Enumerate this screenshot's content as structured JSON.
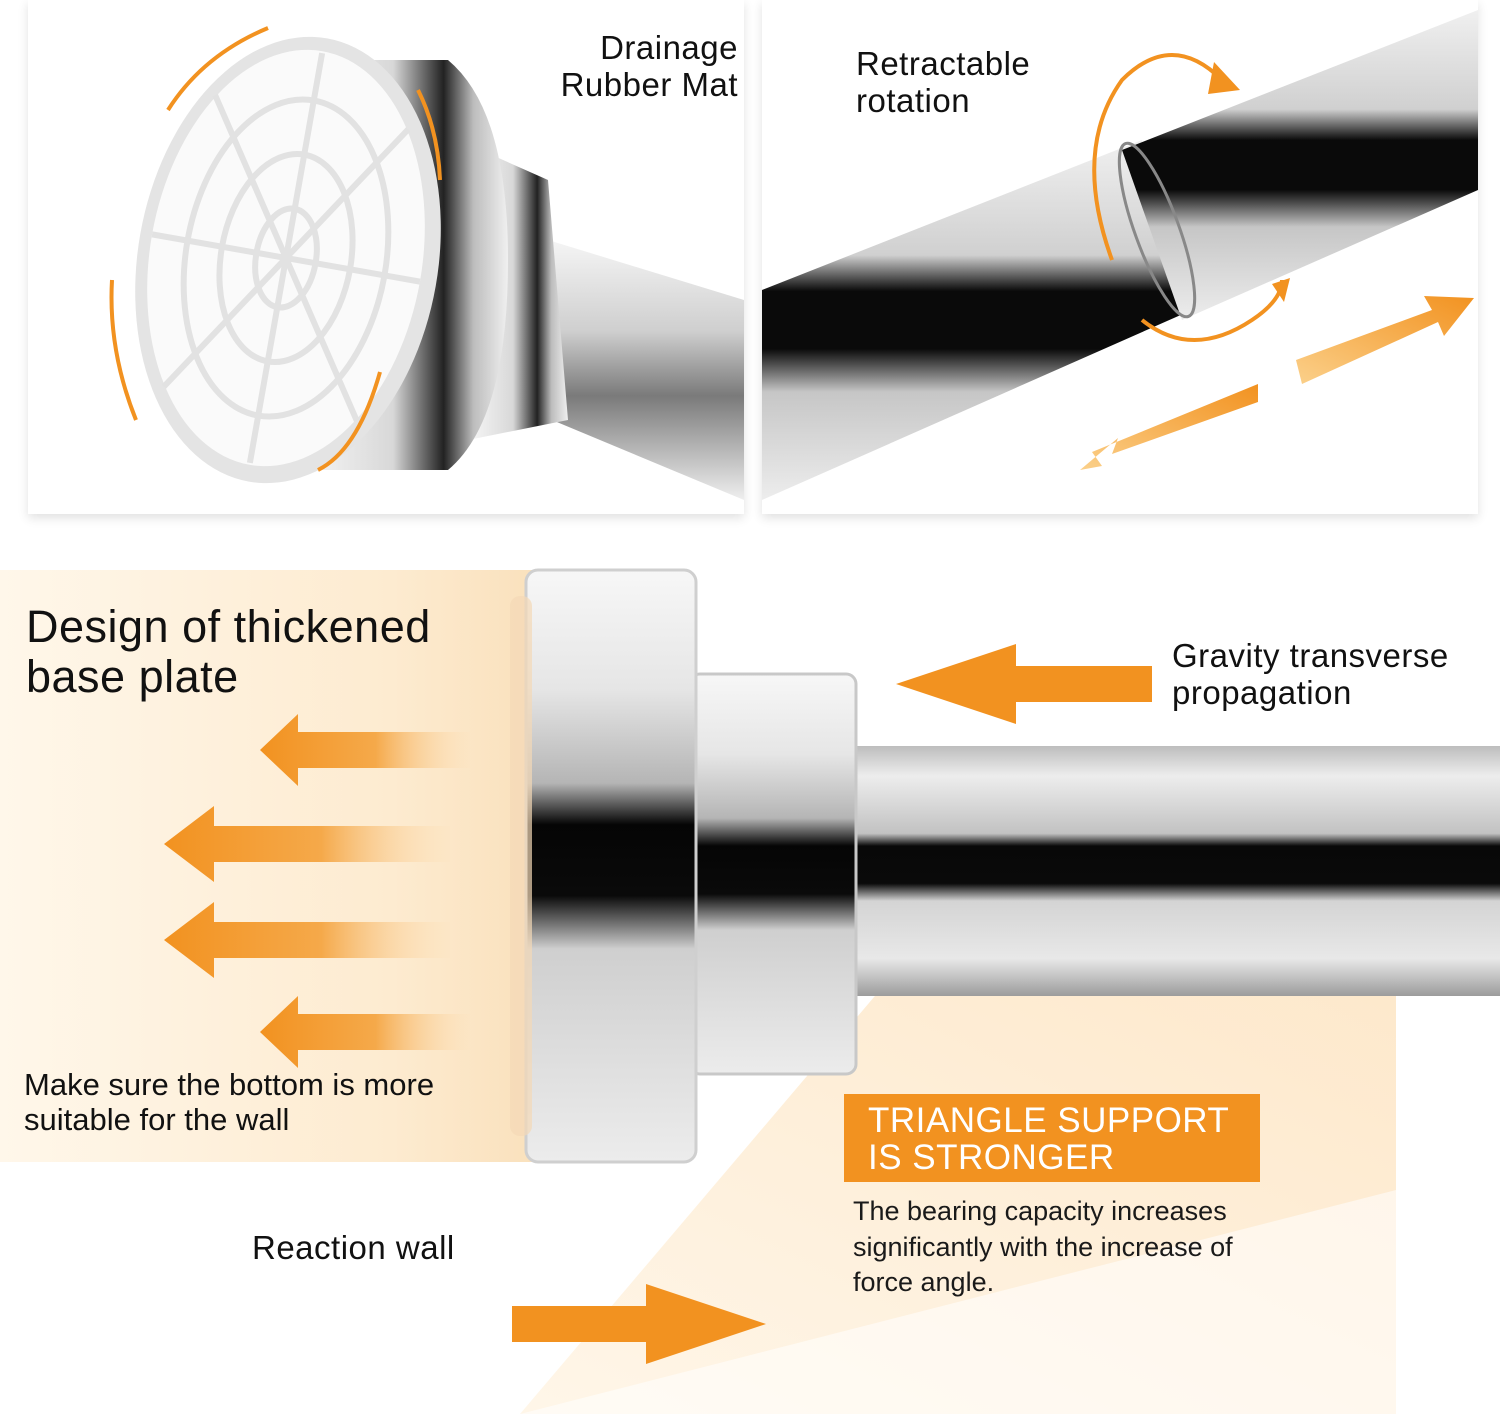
{
  "panels": {
    "drainage": {
      "label": "Drainage Rubber Mat"
    },
    "retract": {
      "label": "Retractable rotation"
    }
  },
  "main": {
    "title": "Design of thickened base plate",
    "bottom_note": "Make sure the bottom is more suitable for the wall",
    "gravity": "Gravity transverse propagation",
    "reaction": "Reaction wall",
    "badge": "TRIANGLE SUPPORT IS STRONGER",
    "bearing": "The bearing capacity increases significantly with the increase of force angle."
  },
  "colors": {
    "accent": "#f29220",
    "chrome_dark": "#111111",
    "chrome_light": "#e8e8e8"
  }
}
